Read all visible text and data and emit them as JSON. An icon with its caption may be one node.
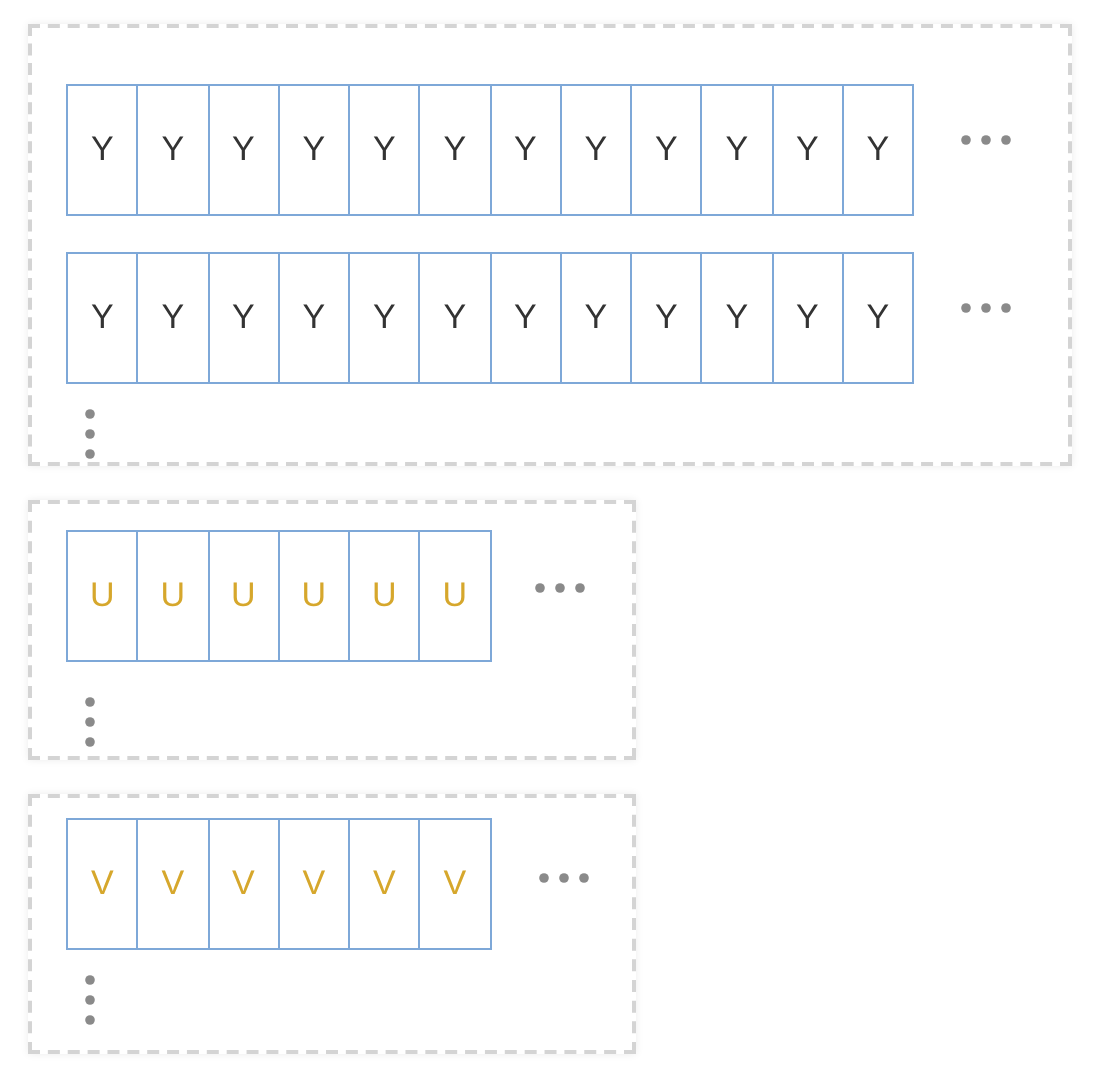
{
  "diagram": {
    "nodes": [
      {
        "text": [],
        "shape": "box"
      },
      {
        "text": [
          "Y"
        ],
        "in": 0
      },
      {
        "text": [
          "Y"
        ],
        "in": 0
      },
      {
        "text": [
          "Y"
        ],
        "in": 0
      },
      {
        "text": [
          "Y"
        ],
        "in": 0
      },
      {
        "text": [
          "Y"
        ],
        "in": 0
      },
      {
        "text": [
          "Y"
        ],
        "in": 0
      },
      {
        "text": [
          "Y"
        ],
        "in": 0
      },
      {
        "text": [
          "Y"
        ],
        "in": 0
      },
      {
        "text": [
          "Y"
        ],
        "in": 0
      },
      {
        "text": [
          "Y"
        ],
        "in": 0
      },
      {
        "text": [
          "Y"
        ],
        "in": 0
      },
      {
        "text": [
          "Y"
        ],
        "in": 0
      },
      {
        "text": [
          "Y"
        ],
        "in": 0
      },
      {
        "text": [
          "Y"
        ],
        "in": 0
      },
      {
        "text": [
          "Y"
        ],
        "in": 0
      },
      {
        "text": [
          "Y"
        ],
        "in": 0
      },
      {
        "text": [
          "Y"
        ],
        "in": 0
      },
      {
        "text": [
          "Y"
        ],
        "in": 0
      },
      {
        "text": [
          "Y"
        ],
        "in": 0
      },
      {
        "text": [
          "Y"
        ],
        "in": 0
      },
      {
        "text": [
          "Y"
        ],
        "in": 0
      },
      {
        "text": [
          "Y"
        ],
        "in": 0
      },
      {
        "text": [
          "Y"
        ],
        "in": 0
      },
      {
        "text": [
          "Y"
        ],
        "in": 0
      },
      {
        "text": [],
        "shape": "box"
      },
      {
        "text": [
          "U"
        ],
        "in": 25
      },
      {
        "text": [
          "U"
        ],
        "in": 25
      },
      {
        "text": [
          "U"
        ],
        "in": 25
      },
      {
        "text": [
          "U"
        ],
        "in": 25
      },
      {
        "text": [
          "U"
        ],
        "in": 25
      },
      {
        "text": [
          "U"
        ],
        "in": 25
      },
      {
        "text": [],
        "shape": "box"
      },
      {
        "text": [
          "V"
        ],
        "in": 32
      },
      {
        "text": [
          "V"
        ],
        "in": 32
      },
      {
        "text": [
          "V"
        ],
        "in": 32
      },
      {
        "text": [
          "V"
        ],
        "in": 32
      },
      {
        "text": [
          "V"
        ],
        "in": 32
      },
      {
        "text": [
          "V"
        ],
        "in": 32
      }
    ]
  }
}
